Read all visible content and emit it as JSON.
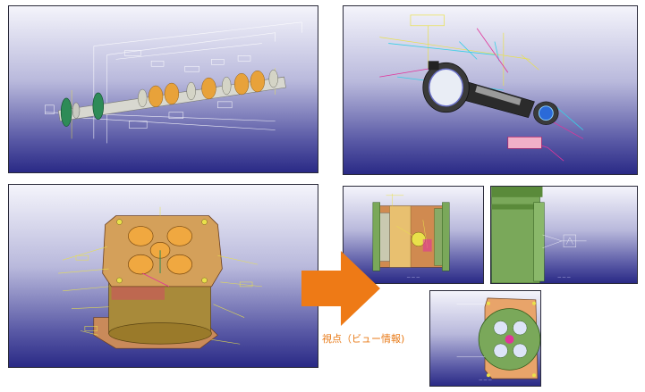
{
  "caption": "視点（ビュー情報)",
  "colors": {
    "arrow": "#ee7a16",
    "caption_text": "#e87a17",
    "viewport_top": "#f4f4fb",
    "viewport_bottom": "#2a2a86",
    "annotation_yellow": "#e9e14a",
    "annotation_cyan": "#35d0e6",
    "annotation_magenta": "#e1349a"
  },
  "panels": [
    {
      "name": "camshaft-view"
    },
    {
      "name": "connecting-rod-view"
    },
    {
      "name": "engine-block-view"
    },
    {
      "name": "block-side-view"
    },
    {
      "name": "block-section-view"
    },
    {
      "name": "block-top-view"
    }
  ],
  "icons": [
    "arrow-right-icon"
  ]
}
